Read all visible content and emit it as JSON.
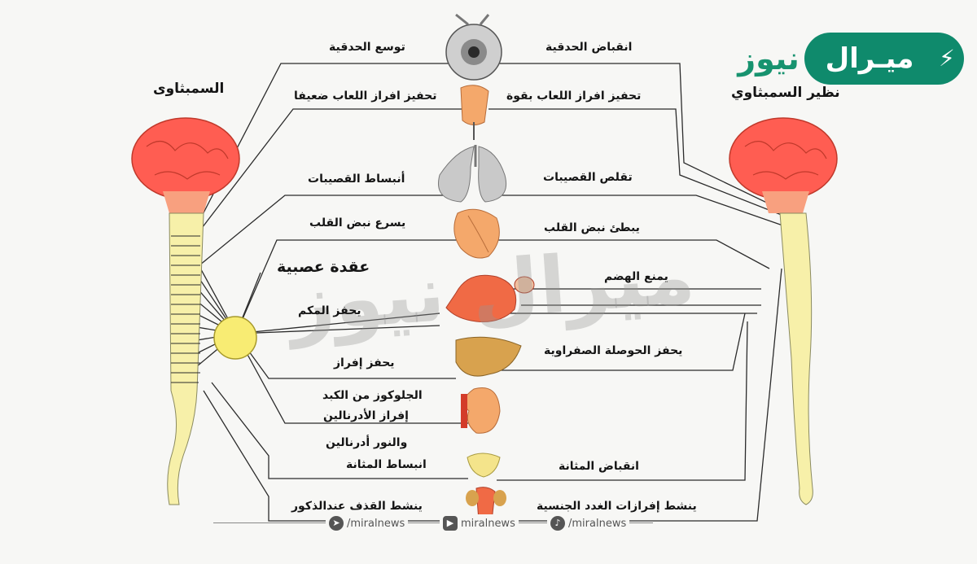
{
  "titles": {
    "sympathetic": "السمبثاوى",
    "parasympathetic": "نظير السمبثاوي",
    "ganglion": "عقدة عصبية"
  },
  "left_labels": [
    "توسع الحدقية",
    "تحفيز افراز اللعاب ضعيفا",
    "أنبساط القصيبات",
    "يسرع نبض القلب",
    "يحفز المكم",
    "يحفز إفراز",
    "الجلوكوز من الكبد",
    "إفراز الأدرنالين",
    "والنور أدرنالين",
    "انبساط المثانة",
    "ينشط القذف عندالذكور"
  ],
  "right_labels": [
    "انقباض الحدقية",
    "تحفيز افراز اللعاب بقوة",
    "تقلص القصيبات",
    "يبطئ نبض القلب",
    "يمنع الهضم",
    "يحفز الحوصلة الصفراوية",
    "انقباض المثانة",
    "ينشط إفرازات الغدد الجنسية"
  ],
  "watermark": "ميرال نيوز",
  "logo": {
    "pill_text": "ميـرال",
    "word": "نيوز",
    "accent_color": "#0f8a6c",
    "bolt_icon": "lightning-bolt-icon"
  },
  "footer": {
    "items": [
      {
        "icon": "telegram-icon",
        "handle": "/miralnews"
      },
      {
        "icon": "youtube-icon",
        "handle": "miralnews"
      },
      {
        "icon": "tiktok-icon",
        "handle": "/miralnews"
      }
    ]
  },
  "colors": {
    "brain_fill": "#ff5d52",
    "spine_fill": "#f7f0a9",
    "ganglion_fill": "#f8ec73",
    "line_color": "#2b2b2b"
  }
}
